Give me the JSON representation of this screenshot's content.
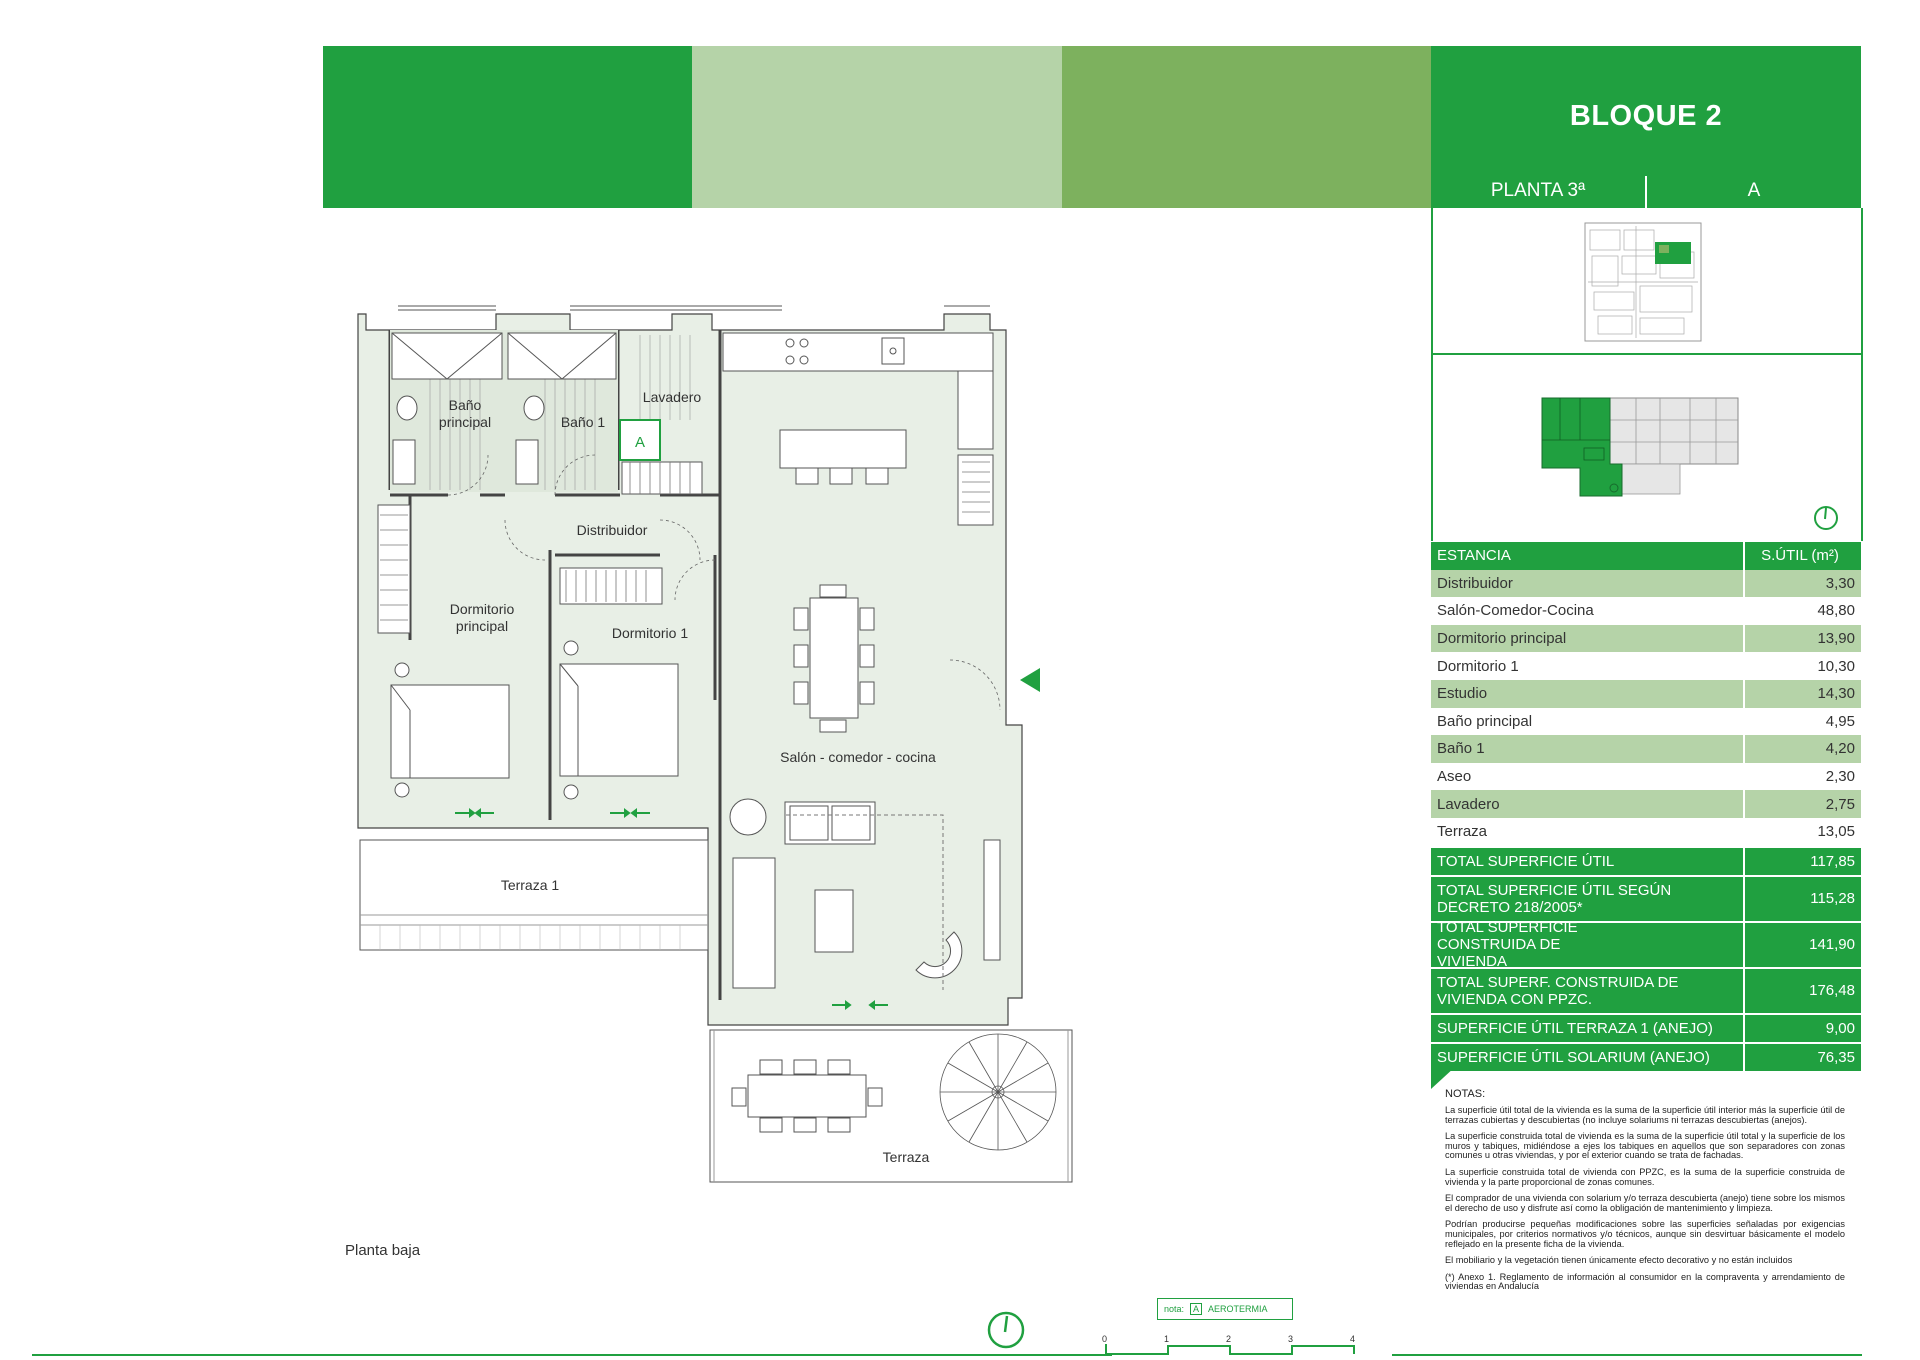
{
  "header": {
    "bloque": "BLOQUE 2",
    "planta": "PLANTA 3ª",
    "letra": "A"
  },
  "plan": {
    "rooms": {
      "bano_principal": [
        "Baño",
        "principal"
      ],
      "bano_1": "Baño 1",
      "lavadero": "Lavadero",
      "distribuidor": "Distribuidor",
      "dormitorio_principal": [
        "Dormitorio",
        "principal"
      ],
      "dormitorio_1": "Dormitorio 1",
      "salon": "Salón - comedor - cocina",
      "terraza_1": "Terraza 1",
      "terraza": "Terraza"
    },
    "marker_letter": "A",
    "floor_label": "Planta baja"
  },
  "table": {
    "head": {
      "estancia": "ESTANCIA",
      "sutil": "S.ÚTIL (m²)"
    },
    "rows": [
      {
        "name": "Distribuidor",
        "value": "3,30"
      },
      {
        "name": "Salón-Comedor-Cocina",
        "value": "48,80"
      },
      {
        "name": "Dormitorio principal",
        "value": "13,90"
      },
      {
        "name": "Dormitorio 1",
        "value": "10,30"
      },
      {
        "name": "Estudio",
        "value": "14,30"
      },
      {
        "name": "Baño principal",
        "value": "4,95"
      },
      {
        "name": "Baño 1",
        "value": "4,20"
      },
      {
        "name": "Aseo",
        "value": "2,30"
      },
      {
        "name": "Lavadero",
        "value": "2,75"
      },
      {
        "name": "Terraza",
        "value": "13,05"
      }
    ],
    "totals": [
      {
        "name": "TOTAL SUPERFICIE ÚTIL",
        "value": "117,85"
      },
      {
        "name": "TOTAL SUPERFICIE ÚTIL SEGÚN DECRETO 218/2005*",
        "value": "115,28"
      },
      {
        "name": "TOTAL SUPERFICIE CONSTRUIDA DE VIVIENDA",
        "value": "141,90"
      },
      {
        "name": "TOTAL SUPERF. CONSTRUIDA DE VIVIENDA CON PPZC.",
        "value": "176,48"
      },
      {
        "name": "SUPERFICIE ÚTIL TERRAZA 1 (ANEJO)",
        "value": "9,00"
      },
      {
        "name": "SUPERFICIE ÚTIL SOLARIUM (ANEJO)",
        "value": "76,35"
      }
    ]
  },
  "notes": {
    "title": "NOTAS:",
    "paragraphs": [
      "La superficie útil total de la vivienda es la suma de la superficie útil interior más la superficie útil de terrazas cubiertas y descubiertas (no incluye solariums ni terrazas descubiertas (anejos).",
      "La superficie construida total de vivienda es la suma de la superficie útil total y la superficie de los muros y tabiques, midiéndose a ejes los tabiques en aquellos que son separadores con zonas comunes u otras viviendas, y por el exterior cuando se trata de fachadas.",
      "La superficie construida total de vivienda con PPZC, es la suma de la superficie construida de vivienda y la parte proporcional de zonas comunes.",
      "El comprador de una vivienda con solarium y/o terraza descubierta (anejo) tiene sobre los mismos el derecho de uso y disfrute así como la obligación de mantenimiento y limpieza.",
      "Podrían producirse pequeñas modificaciones sobre las superficies señaladas por exigencias municipales, por criterios normativos y/o técnicos, aunque sin desvirtuar básicamente el modelo reflejado en la presente ficha de la vivienda.",
      "El mobiliario y la vegetación tienen únicamente efecto decorativo y no están incluidos",
      "(*) Anexo 1. Reglamento de información al consumidor en la compraventa y arrendamiento de viviendas en Andalucía"
    ]
  },
  "legend": {
    "nota": "nota:",
    "letter": "A",
    "text": "AEROTERMIA"
  },
  "scale": [
    "0",
    "1",
    "2",
    "3",
    "4"
  ],
  "colors": {
    "green": "#20a040",
    "light_green": "#b5d3a8",
    "mid_green": "#7db15e",
    "plan_fill": "#e8efe6"
  },
  "icons": [
    "north-compass-icon",
    "entrance-arrow-icon"
  ]
}
